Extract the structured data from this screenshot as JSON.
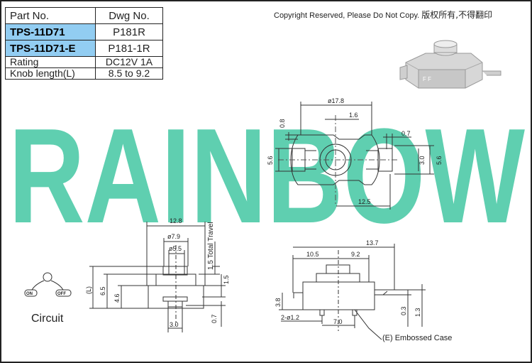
{
  "table": {
    "header": {
      "part_no": "Part No.",
      "dwg_no": "Dwg No."
    },
    "rows": [
      {
        "part": "TPS-11D71",
        "dwg": "P181R"
      },
      {
        "part": "TPS-11D71-E",
        "dwg": "P181-1R"
      },
      {
        "part": "Rating",
        "dwg": "DC12V 1A"
      },
      {
        "part": "Knob length(L)",
        "dwg": "8.5 to 9.2"
      }
    ],
    "highlight_color": "#92cdf2"
  },
  "copyright": {
    "en": "Copyright Reserved, Please Do Not Copy.",
    "cn": "版权所有,不得翻印"
  },
  "watermark": {
    "text": "RAINBOW",
    "color": "#5fcfb0"
  },
  "circuit": {
    "label": "Circuit",
    "on": "ON",
    "off": "OFF"
  },
  "top_view_dims": {
    "d_17_8": "ø17.8",
    "d_1_6": "1.6",
    "d_0_8": "0.8",
    "d_0_7": "0.7",
    "d_5_6_left": "5.6",
    "d_3_0": "3.0",
    "d_5_6_right": "5.6",
    "d_12_5": "12.5"
  },
  "side_view_dims": {
    "d_12_8": "12.8",
    "d_7_9": "ø7.9",
    "d_5_5": "ø5.5",
    "total_travel": "1.5 Total Travel",
    "d_L": "(L)",
    "d_6_5": "6.5",
    "d_4_6": "4.6",
    "d_1_5": "1.5",
    "d_0_7": "0.7",
    "d_3_0": "3.0"
  },
  "front_view_dims": {
    "d_13_7": "13.7",
    "d_10_5": "10.5",
    "d_9_2": "9.2",
    "d_3_8": "3.8",
    "d_0_3": "0.3",
    "d_1_3": "1.3",
    "d_2_phi": "2-ø1.2",
    "d_7_0": "7.0",
    "embossed": "(E) Embossed Case"
  }
}
